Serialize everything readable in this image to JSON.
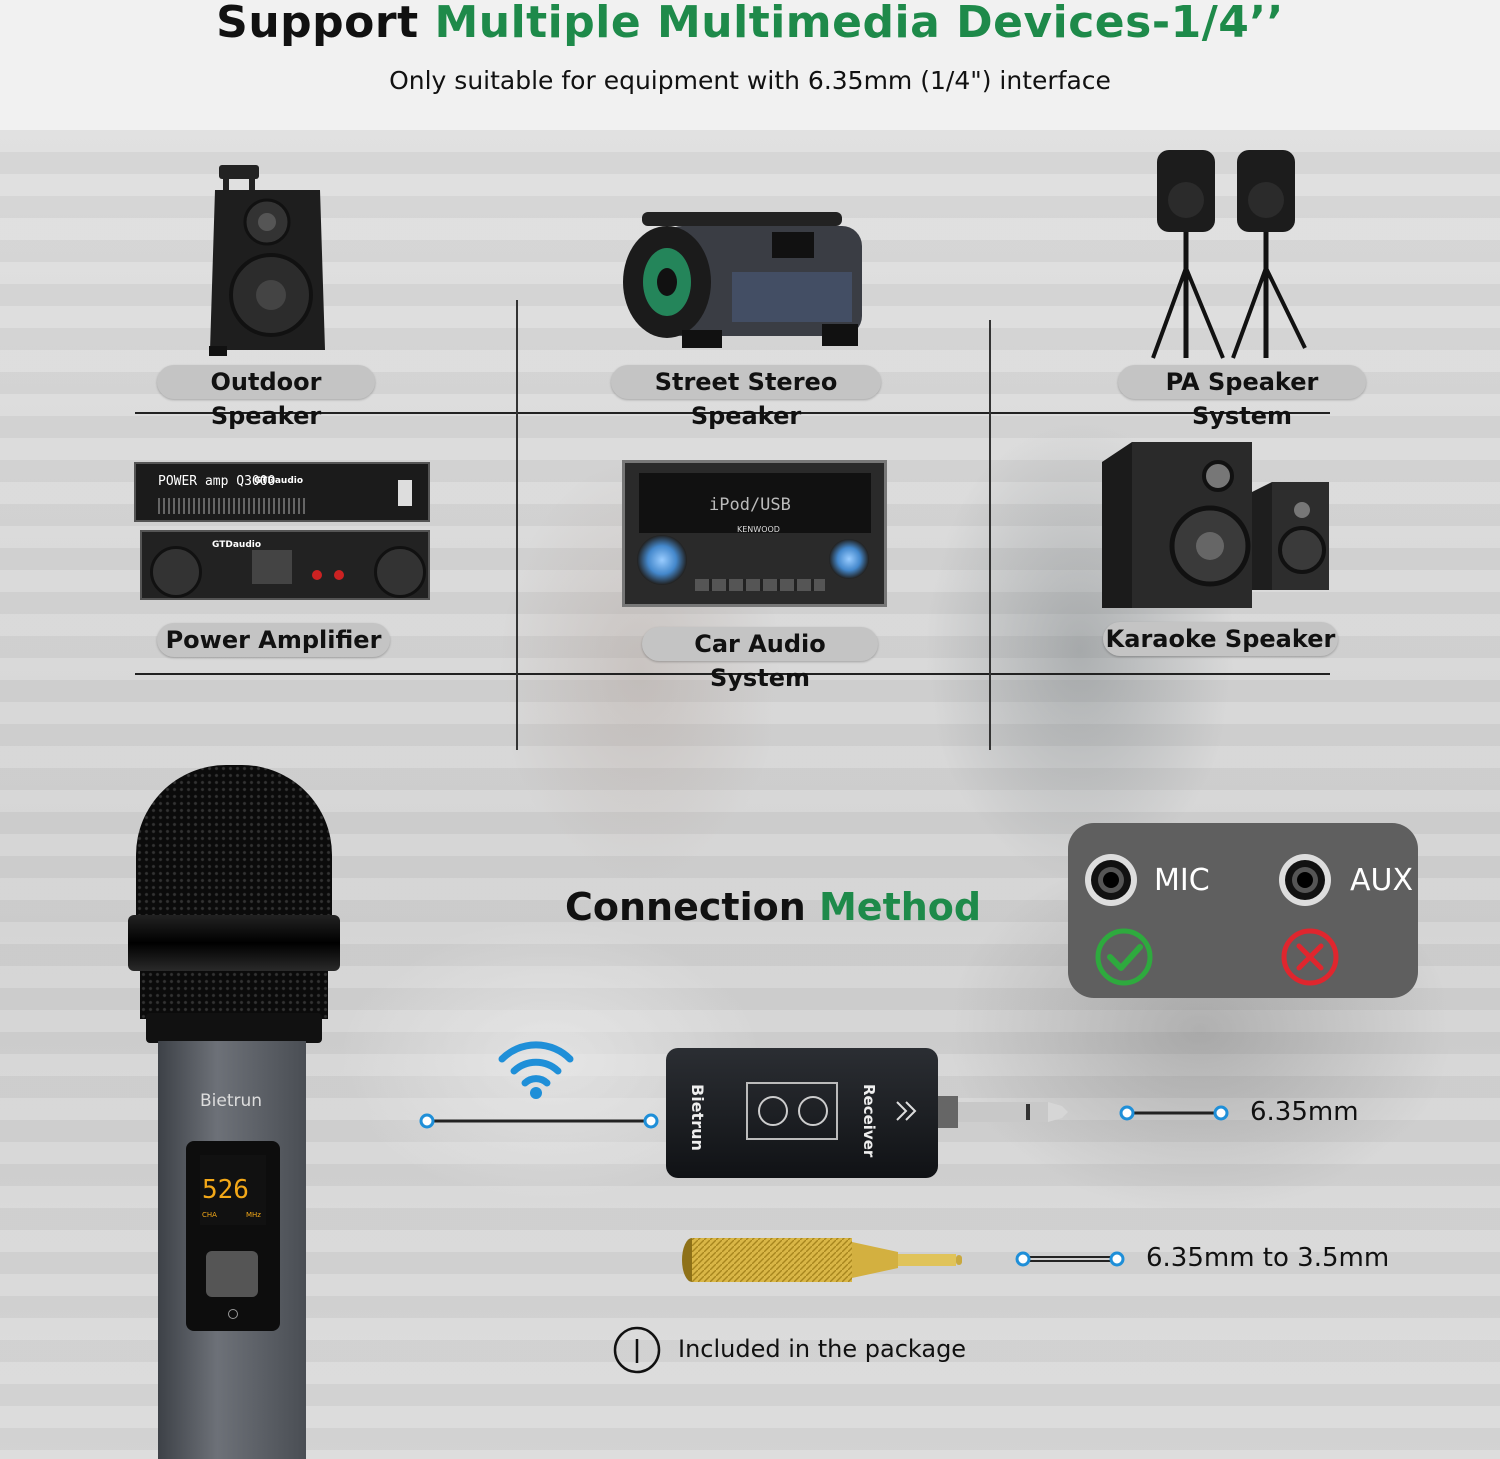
{
  "header": {
    "title_part1": "Support",
    "title_part2": "Multiple Multimedia Devices-1/4’’",
    "subtitle": "Only suitable for equipment with 6.35mm (1/4\") interface"
  },
  "devices": [
    {
      "label": "Outdoor Speaker"
    },
    {
      "label": "Street Stereo Speaker"
    },
    {
      "label": "PA Speaker System"
    },
    {
      "label": "Power Amplifier"
    },
    {
      "label": "Car Audio System"
    },
    {
      "label": "Karaoke Speaker"
    }
  ],
  "device_text": {
    "amp_brand_top": "POWER amp Q3000",
    "amp_brand_logo": "GTDaudio",
    "car_display": "iPod/USB",
    "car_brand": "KENWOOD"
  },
  "connection": {
    "title_part1": "Connection",
    "title_part2": "Method"
  },
  "panel": {
    "mic_label": "MIC",
    "aux_label": "AUX",
    "ok_color": "#2eaa3e",
    "no_color": "#e0262e"
  },
  "microphone": {
    "brand": "Bietrun",
    "display_value": "526",
    "display_left": "CHA",
    "display_right": "MHz"
  },
  "receiver": {
    "brand": "Bietrun",
    "label": "Receiver"
  },
  "specs": {
    "jack": "6.35mm",
    "adapter": "6.35mm to 3.5mm"
  },
  "package_note": "Included in the package",
  "colors": {
    "accent_green": "#1e8a4a",
    "connector_blue": "#1f8fd8",
    "wifi_blue": "#1f8fd8"
  }
}
